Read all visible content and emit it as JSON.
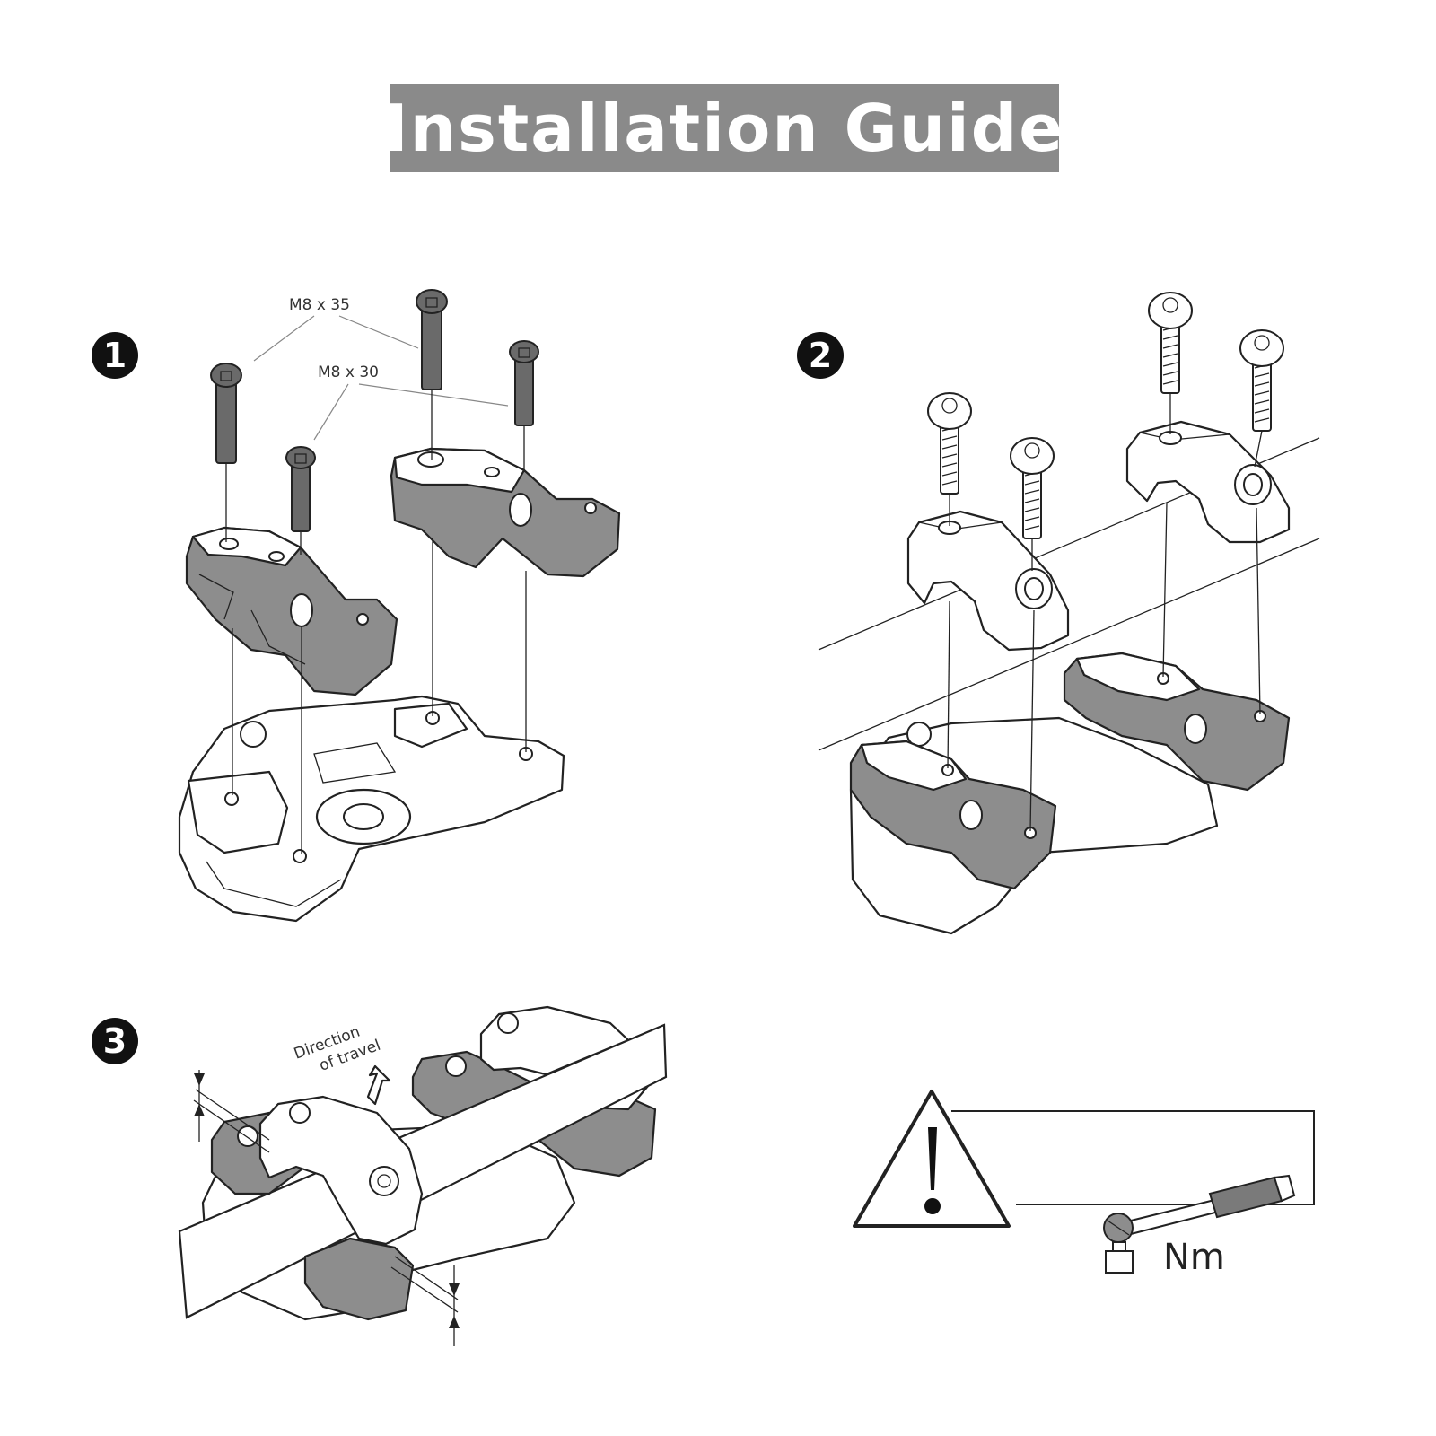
{
  "title": "Installation Guide",
  "steps": [
    {
      "number": "1"
    },
    {
      "number": "2"
    },
    {
      "number": "3"
    }
  ],
  "step1": {
    "label_long_bolt": "M8 x 35",
    "label_short_bolt": "M8 x 30"
  },
  "step3": {
    "direction_line1": "Direction",
    "direction_line2": "of travel"
  },
  "warning": {
    "torque_unit": "Nm"
  },
  "colors": {
    "banner": "#8a8a8a",
    "part_dark": "#8d8d8d",
    "line": "#222222"
  },
  "icons": [
    "warning-triangle-icon",
    "torque-wrench-icon"
  ]
}
